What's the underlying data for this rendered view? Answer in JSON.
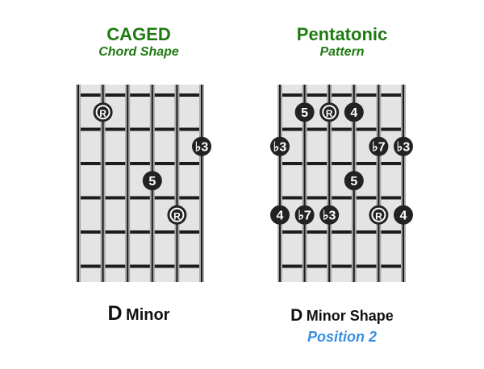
{
  "left": {
    "title": "CAGED",
    "subtitle": "Chord Shape",
    "caption_key": "D",
    "caption_word": "Minor",
    "notes": [
      {
        "string": 2,
        "fret": 1,
        "label": "R",
        "root": true
      },
      {
        "string": 6,
        "fret": 2,
        "label": "♭3",
        "root": false
      },
      {
        "string": 4,
        "fret": 3,
        "label": "5",
        "root": false
      },
      {
        "string": 5,
        "fret": 4,
        "label": "R",
        "root": true
      }
    ]
  },
  "right": {
    "title": "Pentatonic",
    "subtitle": "Pattern",
    "caption_key": "D",
    "caption_word": "Minor Shape",
    "position_label": "Position 2",
    "notes": [
      {
        "string": 2,
        "fret": 1,
        "label": "5",
        "root": false
      },
      {
        "string": 3,
        "fret": 1,
        "label": "R",
        "root": true
      },
      {
        "string": 4,
        "fret": 1,
        "label": "4",
        "root": false
      },
      {
        "string": 1,
        "fret": 2,
        "label": "♭3",
        "root": false
      },
      {
        "string": 5,
        "fret": 2,
        "label": "♭7",
        "root": false
      },
      {
        "string": 6,
        "fret": 2,
        "label": "♭3",
        "root": false
      },
      {
        "string": 4,
        "fret": 3,
        "label": "5",
        "root": false
      },
      {
        "string": 1,
        "fret": 4,
        "label": "4",
        "root": false
      },
      {
        "string": 2,
        "fret": 4,
        "label": "♭7",
        "root": false
      },
      {
        "string": 3,
        "fret": 4,
        "label": "♭3",
        "root": false
      },
      {
        "string": 5,
        "fret": 4,
        "label": "R",
        "root": true
      },
      {
        "string": 6,
        "fret": 4,
        "label": "4",
        "root": false
      }
    ]
  },
  "colors": {
    "title": "#1f7a12",
    "position": "#3b8fe0",
    "board": "#e4e4e4",
    "fret_line": "#1c1c1c",
    "string_line": "#a9a9a9",
    "note": "#222222"
  }
}
